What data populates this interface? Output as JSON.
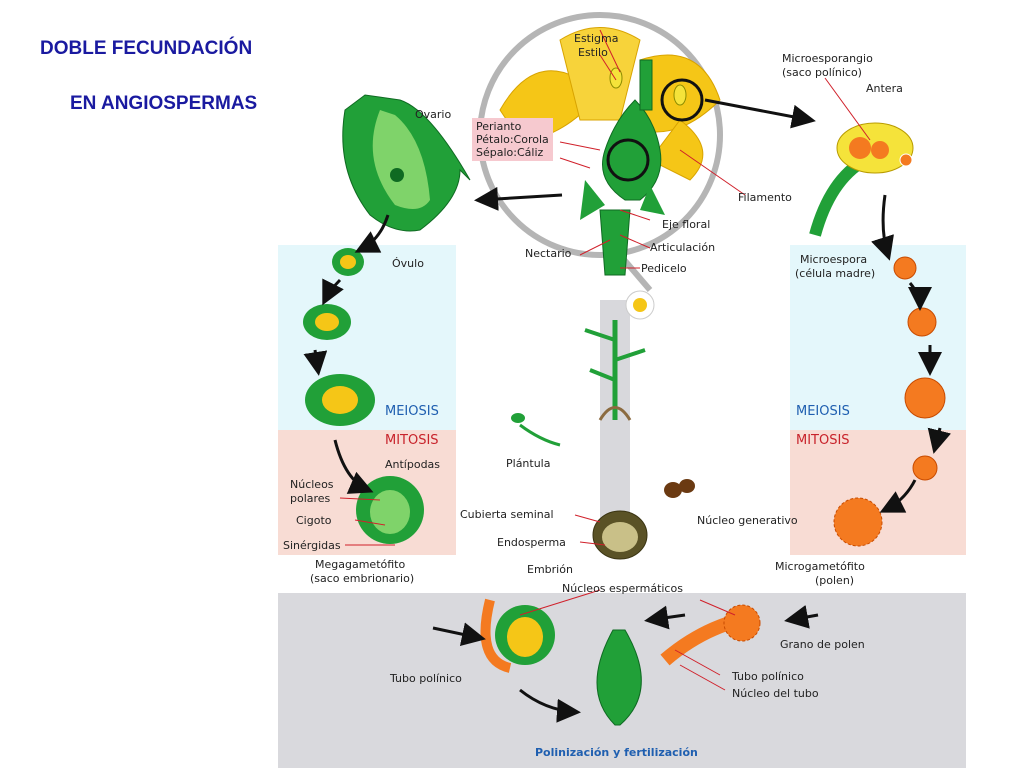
{
  "title_line1": "DOBLE FECUNDACIÓN",
  "title_line2": "EN ANGIOSPERMAS",
  "labels": {
    "estigma": "Estigma",
    "estilo": "Estilo",
    "microesporangio1": "Microesporangio",
    "microesporangio2": "(saco polínico)",
    "antera": "Antera",
    "ovario": "Ovario",
    "perianto": "Perianto",
    "petalo": "Pétalo:Corola",
    "sepalo": "Sépalo:Cáliz",
    "filamento": "Filamento",
    "eje_floral": "Eje floral",
    "articulacion": "Articulación",
    "nectario": "Nectario",
    "pedicelo": "Pedicelo",
    "ovulo": "Óvulo",
    "microespora1": "Microespora",
    "microespora2": "(célula madre)",
    "meiosis_left": "MEIOSIS",
    "meiosis_right": "MEIOSIS",
    "mitosis_left": "MITOSIS",
    "mitosis_right": "MITOSIS",
    "antipodas": "Antípodas",
    "nucleos_polares1": "Núcleos",
    "nucleos_polares2": "polares",
    "cigoto": "Cigoto",
    "sinergidas": "Sinérgidas",
    "megagametofito1": "Megagametófito",
    "megagametofito2": "(saco embrionario)",
    "plantula": "Plántula",
    "cubierta_seminal": "Cubierta seminal",
    "endosperma": "Endosperma",
    "embrion": "Embrión",
    "nucleo_generativo": "Núcleo generativo",
    "microgametofito1": "Microgametófito",
    "microgametofito2": "(polen)",
    "nucleos_espermaticos": "Núcleos espermáticos",
    "grano_polen": "Grano de polen",
    "tubo_polinico_left": "Tubo polínico",
    "tubo_polinico_right": "Tubo polínico",
    "nucleo_tubo": "Núcleo del tubo",
    "polinizacion": "Polinización y fertilización"
  },
  "colors": {
    "title": "#1a1aa0",
    "green": "#21a038",
    "dark_green": "#0f6a22",
    "yellow": "#f5c617",
    "orange": "#f47a20",
    "meiosis": "#1f5fb0",
    "mitosis": "#c8232b"
  }
}
